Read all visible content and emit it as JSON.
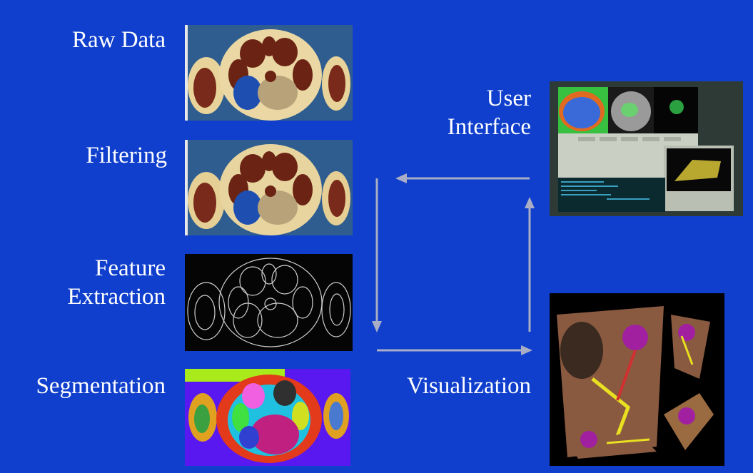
{
  "stages": {
    "raw_data": "Raw Data",
    "filtering": "Filtering",
    "feature_extraction": [
      "Feature",
      "Extraction"
    ],
    "segmentation": "Segmentation",
    "user_interface": [
      "User",
      "Interface"
    ],
    "visualization": "Visualization"
  },
  "colors": {
    "background": "#0f3fcc",
    "text": "#ffffff",
    "arrow": "#a9aec6"
  }
}
